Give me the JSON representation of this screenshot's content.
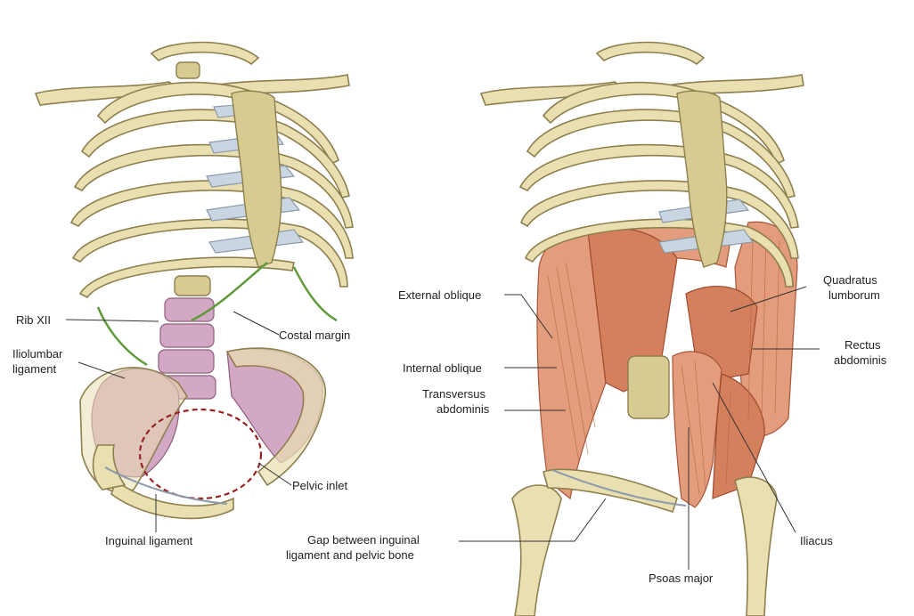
{
  "labels": {
    "rib_xii": "Rib XII",
    "iliolumbar_1": "Iliolumbar",
    "iliolumbar_2": "ligament",
    "costal_margin": "Costal margin",
    "pelvic_inlet": "Pelvic inlet",
    "inguinal_ligament": "Inguinal ligament",
    "external_oblique": "External oblique",
    "internal_oblique": "Internal oblique",
    "transversus_1": "Transversus",
    "transversus_2": "abdominis",
    "quadratus_1": "Quadratus",
    "quadratus_2": "lumborum",
    "rectus_1": "Rectus",
    "rectus_2": "abdominis",
    "gap_1": "Gap between inguinal",
    "gap_2": "ligament and pelvic bone",
    "psoas_major": "Psoas major",
    "iliacus": "Iliacus"
  },
  "colors": {
    "bone": "#e9dfb0",
    "cartilage": "#c9d6e2",
    "ligament": "#d3a8c4",
    "muscle": "#e39d7c",
    "costal_margin_line": "#5e9a3a",
    "pelvic_inlet_line": "#9a2222"
  }
}
